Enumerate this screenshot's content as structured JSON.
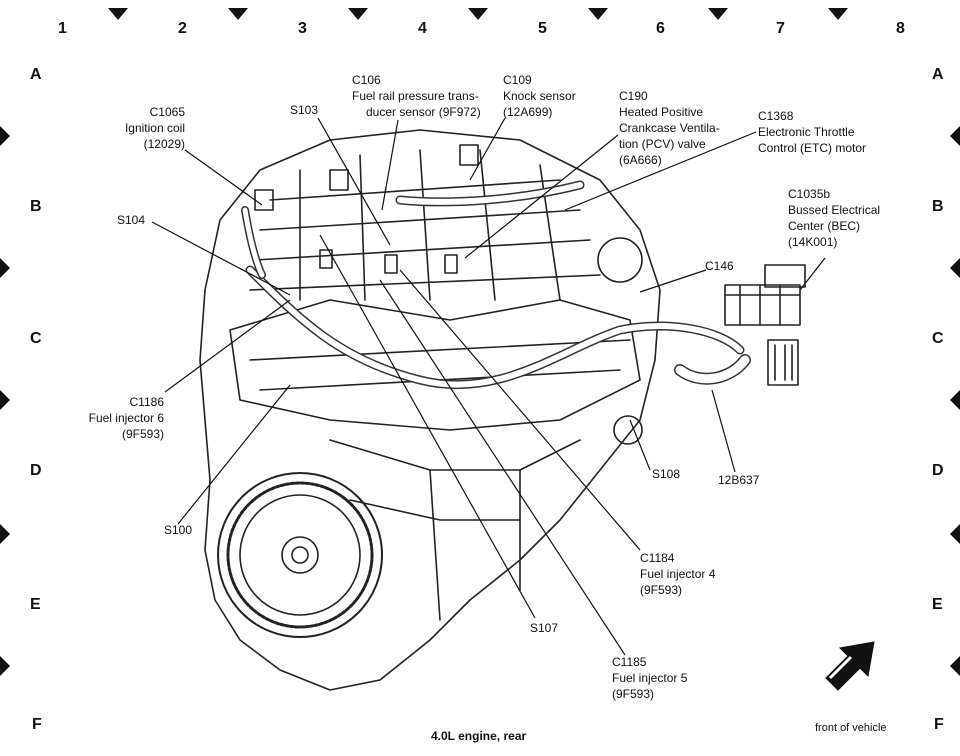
{
  "grid": {
    "columns": [
      "1",
      "2",
      "3",
      "4",
      "5",
      "6",
      "7",
      "8"
    ],
    "rows": [
      "A",
      "B",
      "C",
      "D",
      "E",
      "F"
    ]
  },
  "callouts": {
    "c1065": {
      "lines": [
        "C1065",
        "Ignition coil",
        "(12029)"
      ]
    },
    "s103": {
      "lines": [
        "S103"
      ]
    },
    "c106": {
      "lines": [
        "C106",
        "Fuel rail pressure trans-",
        "ducer sensor (9F972)"
      ]
    },
    "c109": {
      "lines": [
        "C109",
        "Knock sensor",
        "(12A699)"
      ]
    },
    "c190": {
      "lines": [
        "C190",
        "Heated Positive",
        "Crankcase Ventila-",
        "tion (PCV) valve",
        "(6A666)"
      ]
    },
    "c1368": {
      "lines": [
        "C1368",
        "Electronic Throttle",
        "Control (ETC) motor"
      ]
    },
    "c1035b": {
      "lines": [
        "C1035b",
        "Bussed Electrical",
        "Center (BEC)",
        "(14K001)"
      ]
    },
    "s104": {
      "lines": [
        "S104"
      ]
    },
    "c146": {
      "lines": [
        "C146"
      ]
    },
    "c1186": {
      "lines": [
        "C1186",
        "Fuel injector 6",
        "(9F593)"
      ]
    },
    "s108": {
      "lines": [
        "S108"
      ]
    },
    "h12b637": {
      "lines": [
        "12B637"
      ]
    },
    "s100": {
      "lines": [
        "S100"
      ]
    },
    "c1184": {
      "lines": [
        "C1184",
        "Fuel injector 4",
        "(9F593)"
      ]
    },
    "s107": {
      "lines": [
        "S107"
      ]
    },
    "c1185": {
      "lines": [
        "C1185",
        "Fuel injector 5",
        "(9F593)"
      ]
    }
  },
  "caption": "4.0L engine, rear",
  "front_label": "front of vehicle",
  "icons": {
    "arrow": "front-arrow-icon",
    "border_markers": "triangle-marker-icon"
  }
}
